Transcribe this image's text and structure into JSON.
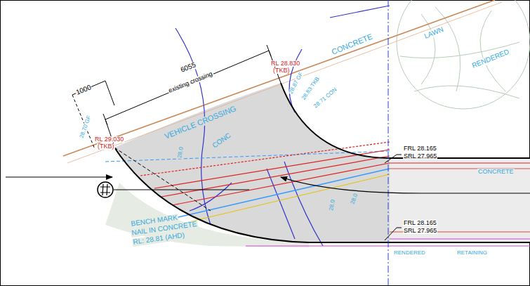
{
  "diagram": {
    "labels": [
      "1000",
      "6055",
      "existing crossing",
      "VEHICLE CROSSING",
      "RL 28.830",
      "(TKB)",
      "RL 29.030",
      "(TKB)",
      "CONCRETE",
      "LAWN",
      "RENDERED",
      "28.87 GF",
      "28.83 TKB",
      "28.71 CON",
      "28.70 GF",
      "FRL 28.165",
      "SRL 27.965",
      "FRL 28.165",
      "SRL 27.965",
      "BENCH MARK",
      "NAIL IN CONCRETE",
      "RL: 28.81 (AHD)",
      "CONC",
      "28.0",
      "28.0",
      "28.0",
      "CONCRETE",
      "RETAINING",
      "RENDERED"
    ]
  }
}
